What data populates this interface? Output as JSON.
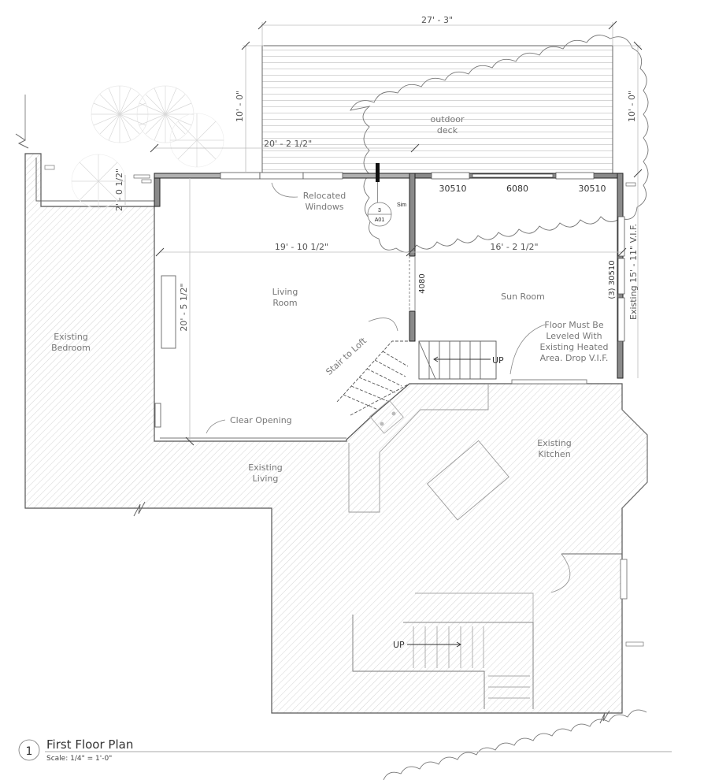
{
  "drawing": {
    "title": "First Floor Plan",
    "scale": "Scale: 1/4\" = 1'-0\"",
    "view_number": "1"
  },
  "rooms": {
    "outdoor_deck": [
      "outdoor",
      "deck"
    ],
    "living_room": [
      "Living",
      "Room"
    ],
    "sun_room": "Sun Room",
    "existing_bedroom": [
      "Existing",
      "Bedroom"
    ],
    "existing_living": [
      "Existing",
      "Living"
    ],
    "existing_kitchen": [
      "Existing",
      "Kitchen"
    ]
  },
  "dimensions": {
    "deck_width": "27' - 3\"",
    "deck_depth_left": "10' - 0\"",
    "deck_depth_right": "10' - 0\"",
    "offset_20_2": "20' - 2 1/2\"",
    "offset_2_0": "2' - 0 1/2\"",
    "living_width": "19' - 10 1/2\"",
    "sun_width": "16' - 2 1/2\"",
    "living_depth": "20' - 5 1/2\"",
    "existing_15_11": "Existing 15' - 11\" V.I.F."
  },
  "window_tags": {
    "w1": "30510",
    "door": "6080",
    "w2": "30510",
    "side": "(3) 30510",
    "interior_door": "4080"
  },
  "annotations": {
    "relocated_windows": [
      "Relocated",
      "Windows"
    ],
    "stair_to_loft": "Stair to Loft",
    "up_upper": "UP",
    "up_lower": "UP",
    "clear_opening": "Clear Opening",
    "floor_note": [
      "Floor Must Be",
      "Leveled With",
      "Existing Heated",
      "Area.  Drop V.I.F."
    ]
  },
  "section_marker": {
    "number": "3",
    "sheet": "A01",
    "note": "Sim"
  },
  "colors": {
    "wall_new": "#8a8a8a",
    "wall_outline": "#222222",
    "hatch": "#cfcfcf",
    "line": "#777777"
  }
}
